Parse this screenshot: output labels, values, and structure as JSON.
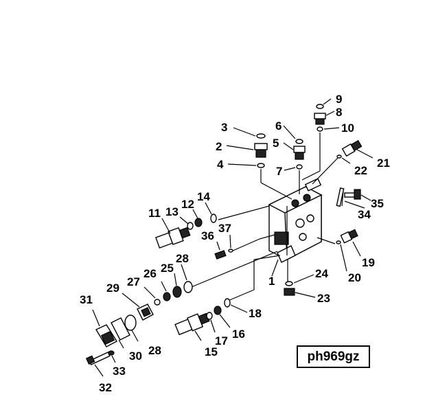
{
  "figure_id": "ph969gz",
  "callouts": {
    "c1": "1",
    "c2": "2",
    "c3": "3",
    "c4": "4",
    "c5": "5",
    "c6": "6",
    "c7": "7",
    "c8": "8",
    "c9": "9",
    "c10": "10",
    "c11": "11",
    "c12": "12",
    "c13": "13",
    "c14": "14",
    "c15": "15",
    "c16": "16",
    "c17": "17",
    "c18": "18",
    "c19": "19",
    "c20": "20",
    "c21": "21",
    "c22": "22",
    "c23": "23",
    "c24": "24",
    "c25": "25",
    "c26": "26",
    "c27": "27",
    "c28a": "28",
    "c28b": "28",
    "c29": "29",
    "c30": "30",
    "c31": "31",
    "c32": "32",
    "c33": "33",
    "c34": "34",
    "c35": "35",
    "c36": "36",
    "c37": "37"
  }
}
